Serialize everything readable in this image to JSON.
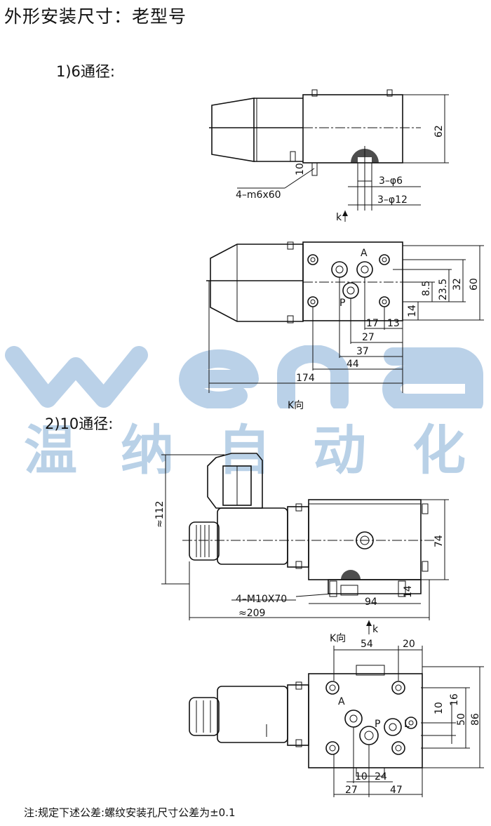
{
  "title": "外形安装尺寸：老型号",
  "section1_label": "1)6通径:",
  "section2_label": "2)10通径:",
  "note": "注:规定下述公差:螺纹安装孔尺寸公差为±0.1",
  "watermark": {
    "latin": "wena",
    "cjk": [
      "温",
      "纳",
      "自",
      "动",
      "化"
    ],
    "color": "#5a92c7"
  },
  "diagram1": {
    "dims": {
      "d62": "62",
      "d10": "10",
      "screws": "4–m6x60",
      "port6": "3–φ6",
      "port12": "3–φ12",
      "karrow": "k"
    }
  },
  "diagram2": {
    "labels": {
      "a": "A",
      "p": "P"
    },
    "dims": {
      "d8_5": "8.5",
      "d23_5": "23.5",
      "d32": "32",
      "d60": "60",
      "d14": "14",
      "d17": "17",
      "d13": "13",
      "d27": "27",
      "d37": "37",
      "d44": "44",
      "d174": "174"
    },
    "view": "K向"
  },
  "diagram3": {
    "dims": {
      "d112": "≈112",
      "d74": "74",
      "d14": "14",
      "screws": "4–M10X70",
      "d94": "94",
      "d209": "≈209",
      "karrow": "k"
    }
  },
  "diagram4": {
    "view": "K向",
    "labels": {
      "a": "A",
      "p": "P",
      "l": "L"
    },
    "dims": {
      "d54": "54",
      "d20": "20",
      "d10": "10",
      "d16": "16",
      "d50": "50",
      "d86": "86",
      "d10b": "10",
      "d24": "24",
      "d27": "27",
      "d47": "47"
    }
  }
}
